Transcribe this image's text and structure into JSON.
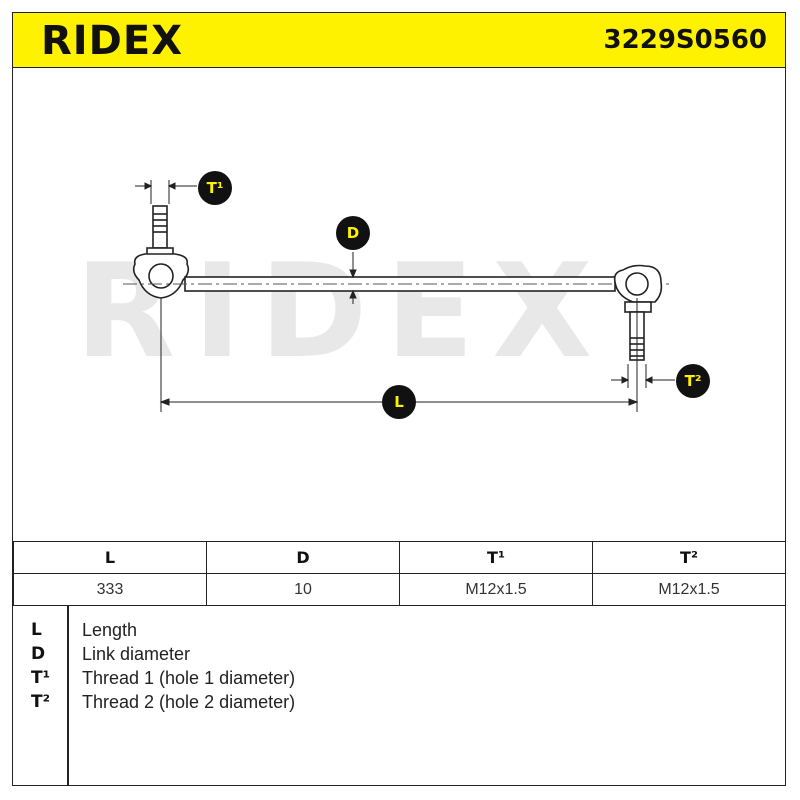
{
  "header": {
    "brand": "RIDEX",
    "part_number": "3229S0560"
  },
  "drawing": {
    "watermark": "RIDEX",
    "labels": {
      "t1": "T¹",
      "d": "D",
      "l": "L",
      "t2": "T²"
    }
  },
  "spec_table": {
    "headers": [
      "L",
      "D",
      "T¹",
      "T²"
    ],
    "values": [
      "333",
      "10",
      "M12x1.5",
      "M12x1.5"
    ]
  },
  "legend": [
    {
      "key": "L",
      "text": "Length"
    },
    {
      "key": "D",
      "text": "Link diameter"
    },
    {
      "key": "T¹",
      "text": "Thread 1 (hole 1 diameter)"
    },
    {
      "key": "T²",
      "text": "Thread 2 (hole 2 diameter)"
    }
  ]
}
